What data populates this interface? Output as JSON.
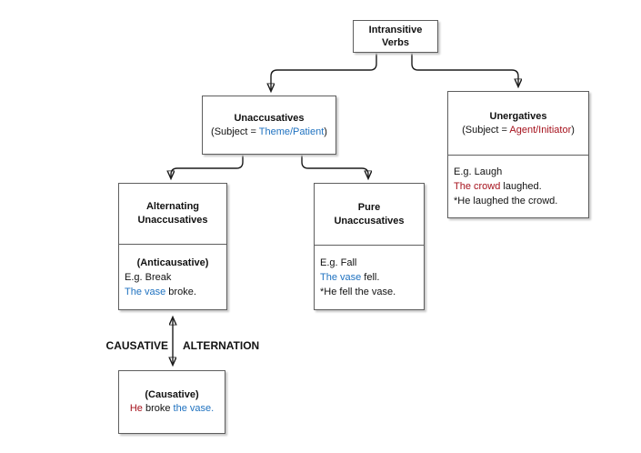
{
  "colors": {
    "blue": "#1F72C0",
    "red": "#A6121D",
    "box-border": "#5E5E5E",
    "line": "#1C1C1C"
  },
  "root": {
    "title_line1": "Intransitive",
    "title_line2": "Verbs"
  },
  "unaccusatives": {
    "title": "Unaccusatives",
    "subject_prefix": "(Subject = ",
    "subject_role": "Theme/Patient",
    "subject_suffix": ")"
  },
  "unergatives": {
    "title": "Unergatives",
    "subject_prefix": "(Subject = ",
    "subject_role": "Agent/Initiator",
    "subject_suffix": ")",
    "example": "E.g. Laugh",
    "sentence_subject": "The crowd",
    "sentence_rest": " laughed.",
    "ungrammatical": "*He laughed the crowd."
  },
  "alternating": {
    "title_line1": "Alternating",
    "title_line2": "Unaccusatives",
    "label": "(Anticausative)",
    "example": "E.g. Break",
    "sentence_subject": "The vase",
    "sentence_rest": " broke."
  },
  "pure": {
    "title_line1": "Pure",
    "title_line2": "Unaccusatives",
    "example": "E.g. Fall",
    "sentence_subject": "The vase",
    "sentence_rest": " fell.",
    "ungrammatical": "*He fell the vase."
  },
  "causative": {
    "label": "(Causative)",
    "sentence_subject": "He",
    "sentence_mid": " broke ",
    "sentence_object": "the vase."
  },
  "alternation_label": {
    "left": "CAUSATIVE",
    "right": "ALTERNATION"
  }
}
